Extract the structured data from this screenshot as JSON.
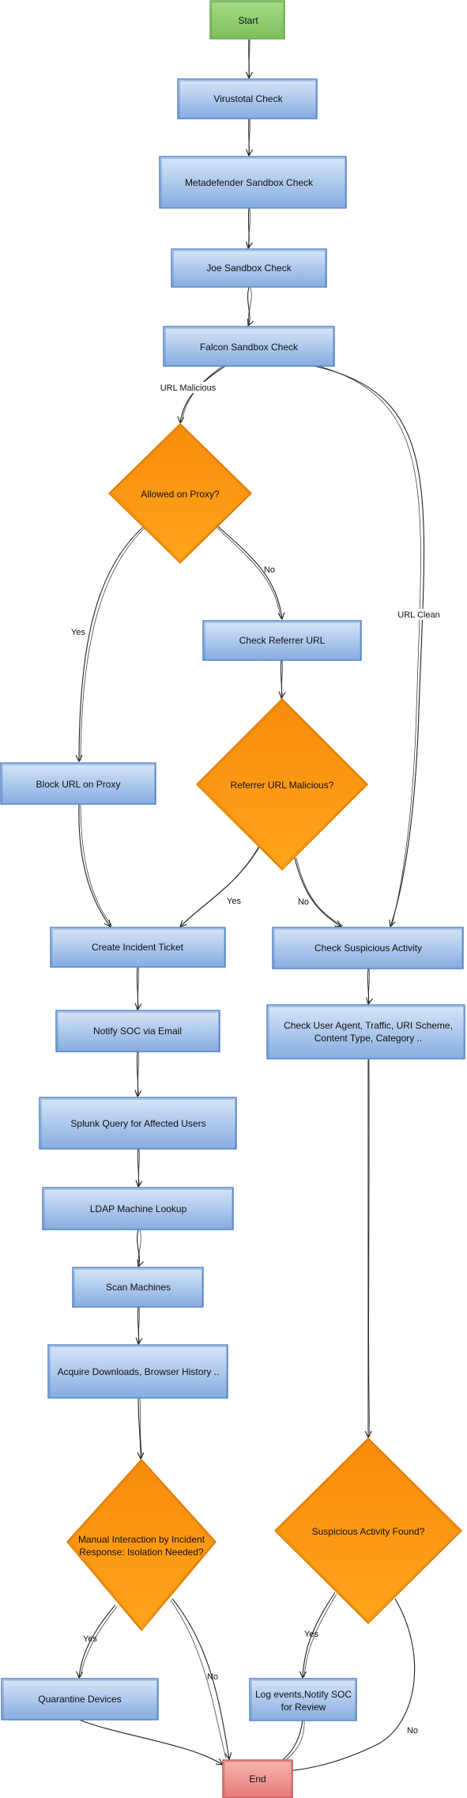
{
  "nodes": {
    "start": {
      "label": "Start"
    },
    "virustotal": {
      "label": "Virustotal Check"
    },
    "metadefender": {
      "label": "Metadefender Sandbox Check"
    },
    "joe": {
      "label": "Joe Sandbox Check"
    },
    "falcon": {
      "label": "Falcon Sandbox Check"
    },
    "allowed": {
      "label": "Allowed on Proxy?"
    },
    "referrer_check": {
      "label": "Check Referrer URL"
    },
    "block_url": {
      "label": "Block URL on Proxy"
    },
    "referrer_malicious": {
      "label": "Referrer URL Malicious?"
    },
    "create_ticket": {
      "label": "Create Incident Ticket"
    },
    "check_suspicious": {
      "label": "Check Suspicious Activity"
    },
    "notify_soc": {
      "label": "Notify SOC via Email"
    },
    "check_user_agent": {
      "label_1": "Check User Agent, Traffic, URI Scheme,",
      "label_2": "Content Type, Category .."
    },
    "splunk": {
      "label": "Splunk Query for Affected Users"
    },
    "ldap": {
      "label": "LDAP Machine Lookup"
    },
    "scan": {
      "label": "Scan Machines"
    },
    "acquire": {
      "label": "Acquire Downloads, Browser History .."
    },
    "manual": {
      "label_1": "Manual Interaction by Incident",
      "label_2": "Response: Isolation Needed?"
    },
    "suspicious_found": {
      "label": "Suspicious Activity Found?"
    },
    "quarantine": {
      "label": "Quarantine Devices"
    },
    "log_events": {
      "label_1": "Log events,Notify SOC",
      "label_2": "for Review"
    },
    "end": {
      "label": "End"
    }
  },
  "edge_labels": {
    "url_malicious": "URL Malicious",
    "url_clean": "URL Clean",
    "allowed_yes": "Yes",
    "allowed_no": "No",
    "referrer_yes": "Yes",
    "referrer_no": "No",
    "manual_yes": "Yes",
    "manual_no": "No",
    "suspicious_yes": "Yes",
    "suspicious_no": "No"
  },
  "colors": {
    "start_fill": "#8fcf6f",
    "process_fill": "#a9c8ee",
    "decision_fill": "#f99a12",
    "end_fill": "#f39a9a"
  }
}
